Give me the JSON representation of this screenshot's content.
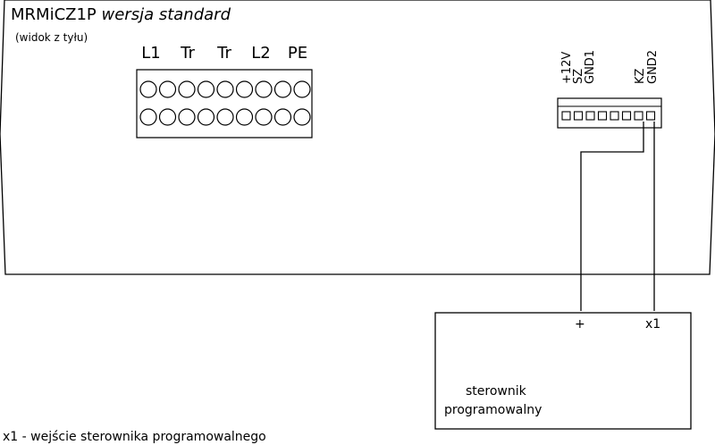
{
  "device": {
    "title_main": "MRMiCZ1P",
    "title_variant": "wersja standard",
    "subtitle": "(widok z tyłu)"
  },
  "power_terminals": [
    "L1",
    "Tr",
    "Tr",
    "L2",
    "PE"
  ],
  "signal_connector": {
    "pin_labels": [
      "+12V",
      "SZ",
      "GND1",
      "KZ",
      "GND2"
    ]
  },
  "controller": {
    "plus_label": "+",
    "input_label": "x1",
    "name_line1": "sterownik",
    "name_line2": "programowalny"
  },
  "footnote": "x1 - wejście sterownika programowalnego"
}
